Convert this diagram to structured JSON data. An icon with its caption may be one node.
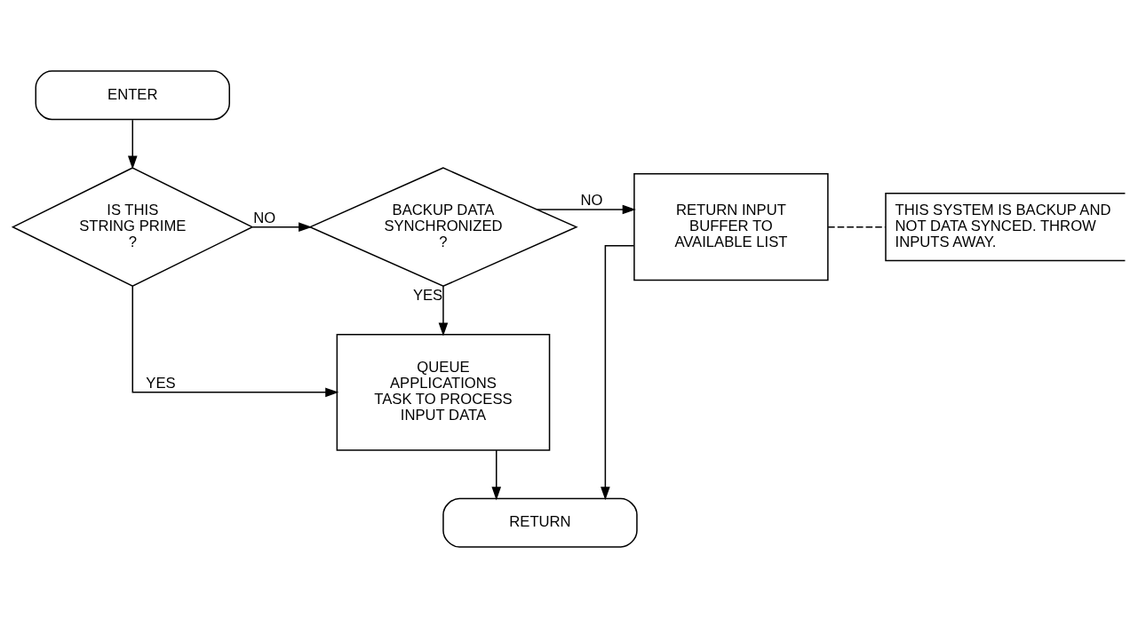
{
  "diagram": {
    "nodes": [
      {
        "text": [
          "ENTER"
        ]
      },
      {
        "text": [
          "IS THIS STRING PRIME ?"
        ]
      },
      {
        "text": [
          "BACKUP DATA SYNCHRONIZED ?"
        ]
      },
      {
        "text": [
          "RETURN INPUT BUFFER TO AVAILABLE LIST"
        ]
      },
      {
        "text": [
          "THIS SYSTEM IS BACKUP AND NOT DATA SYNCED. THROW INPUTS AWAY."
        ]
      },
      {
        "text": [
          "QUEUE APPLICATIONS TASK TO PROCESS INPUT DATA"
        ]
      },
      {
        "text": [
          "RETURN"
        ]
      }
    ],
    "edges": [
      {
        "from": 0,
        "to": 1,
        "arrow": "to"
      },
      {
        "from": 1,
        "to": 2,
        "arrow": "to",
        "label": "NO"
      },
      {
        "from": 2,
        "to": 3,
        "arrow": "to",
        "label": "NO"
      },
      {
        "from": 3,
        "to": 4,
        "arrow": "none",
        "style": "dashed"
      },
      {
        "from": 1,
        "to": 5,
        "arrow": "to",
        "label": "YES"
      },
      {
        "from": 2,
        "to": 5,
        "arrow": "to",
        "label": "YES"
      },
      {
        "from": 5,
        "to": 6,
        "arrow": "to"
      },
      {
        "from": 3,
        "to": 6,
        "arrow": "to"
      }
    ]
  }
}
